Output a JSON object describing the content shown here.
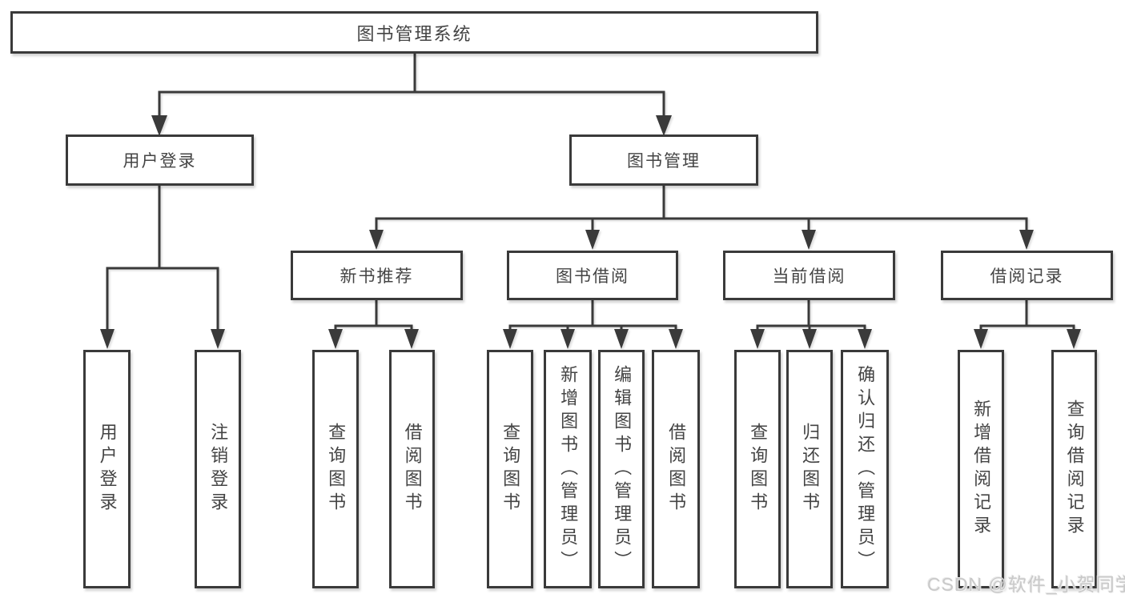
{
  "diagram": {
    "root": "图书管理系统",
    "user_login": {
      "label": "用户登录",
      "children": [
        "用户登录",
        "注销登录"
      ]
    },
    "book_management": {
      "label": "图书管理",
      "sections": [
        {
          "label": "新书推荐",
          "children": [
            "查询图书",
            "借阅图书"
          ]
        },
        {
          "label": "图书借阅",
          "children": [
            "查询图书",
            "新增图书（管理员）",
            "编辑图书（管理员）",
            "借阅图书"
          ]
        },
        {
          "label": "当前借阅",
          "children": [
            "查询图书",
            "归还图书",
            "确认归还（管理员）"
          ]
        },
        {
          "label": "借阅记录",
          "children": [
            "新增借阅记录",
            "查询借阅记录"
          ]
        }
      ]
    }
  },
  "watermark": "CSDN @软件_小贺同学",
  "colors": {
    "line": "#3a3a3a",
    "text": "#444444",
    "background": "#ffffff",
    "watermark": "#c9c9c9"
  }
}
